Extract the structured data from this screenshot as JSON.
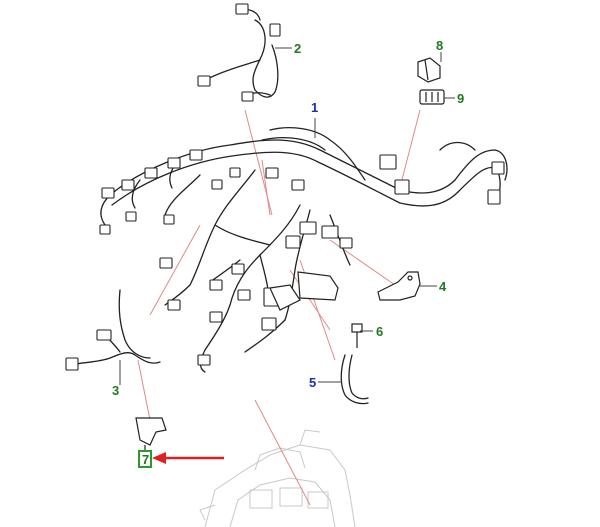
{
  "diagram": {
    "callouts": [
      {
        "id": "c1",
        "label": "1",
        "color": "#1a2fb8"
      },
      {
        "id": "c2",
        "label": "2",
        "color": "#1f7a1f"
      },
      {
        "id": "c3",
        "label": "3",
        "color": "#1f7a1f"
      },
      {
        "id": "c4",
        "label": "4",
        "color": "#1f7a1f"
      },
      {
        "id": "c5",
        "label": "5",
        "color": "#1a2fb8"
      },
      {
        "id": "c6",
        "label": "6",
        "color": "#1f7a1f"
      },
      {
        "id": "c7",
        "label": "7",
        "color": "#1f7a1f"
      },
      {
        "id": "c8",
        "label": "8",
        "color": "#1f7a1f"
      },
      {
        "id": "c9",
        "label": "9",
        "color": "#1f7a1f"
      }
    ],
    "colors": {
      "line_art": "#222222",
      "faded_art": "#c8c8c8",
      "guide_line": "#e08a8a",
      "highlight_box": "#2a9a2a",
      "pointer_arrow": "#e02020"
    },
    "highlighted_callout": "7"
  }
}
